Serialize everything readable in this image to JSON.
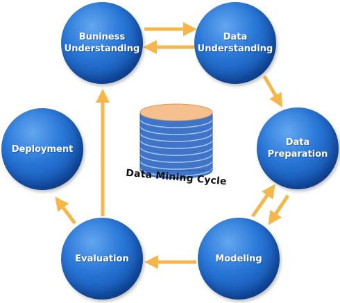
{
  "colors": {
    "node_blue": "#1f6bd0",
    "arrow_orange": "#f6b64a",
    "cylinder_top": "#f6c08e",
    "cylinder_body": "#3f74c8",
    "cylinder_rings": "#a9c6ee"
  },
  "nodes": {
    "business": {
      "line1": "Buniness",
      "line2": "Understanding"
    },
    "data_understanding": {
      "line1": "Data",
      "line2": "Understanding"
    },
    "data_preparation": {
      "line1": "Data",
      "line2": "Preparation"
    },
    "modeling": {
      "label": "Modeling"
    },
    "evaluation": {
      "label": "Evaluation"
    },
    "deployment": {
      "label": "Deployment"
    }
  },
  "center": {
    "label": "Data Mining Cycle"
  }
}
